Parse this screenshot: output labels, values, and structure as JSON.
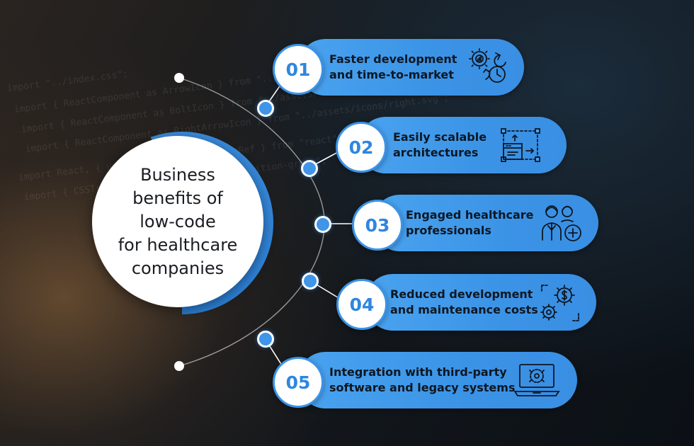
{
  "background_code": [
    "import \"../index.css\";",
    "import { ReactComponent as ArrowIcon } from \"../assets/icons/arrow.svg\";",
    "import { ReactComponent as BoltIcon } from \"../assets/icons/bolt.svg\";",
    "import { ReactComponent as RightArrowIcon } from \"../assets/icons/right.svg\";",
    "import React, { useState, useEffect, useRef } from \"react\";",
    "import { CSSTransition } from \"react-transition-group\";"
  ],
  "title": "Business benefits of low-code for healthcare companies",
  "title_lines": [
    "Business",
    "benefits of",
    "low-code",
    "for healthcare",
    "companies"
  ],
  "colors": {
    "accent_blue": "#3b93e6",
    "number_blue": "#2f86df",
    "pill_text": "#0d1722",
    "icon_stroke": "#0d1722"
  },
  "benefits": [
    {
      "number": "01",
      "line1": "Faster development",
      "line2": "and time-to-market",
      "icon": "speed-gears-clock-icon"
    },
    {
      "number": "02",
      "line1": "Easily scalable",
      "line2": "architectures",
      "icon": "scalable-architecture-icon"
    },
    {
      "number": "03",
      "line1": "Engaged healthcare",
      "line2": "professionals",
      "icon": "healthcare-professionals-icon"
    },
    {
      "number": "04",
      "line1": "Reduced development",
      "line2": "and maintenance costs",
      "icon": "cost-gears-icon"
    },
    {
      "number": "05",
      "line1": "Integration with third-party",
      "line2": "software and legacy systems",
      "icon": "laptop-integration-icon"
    }
  ]
}
